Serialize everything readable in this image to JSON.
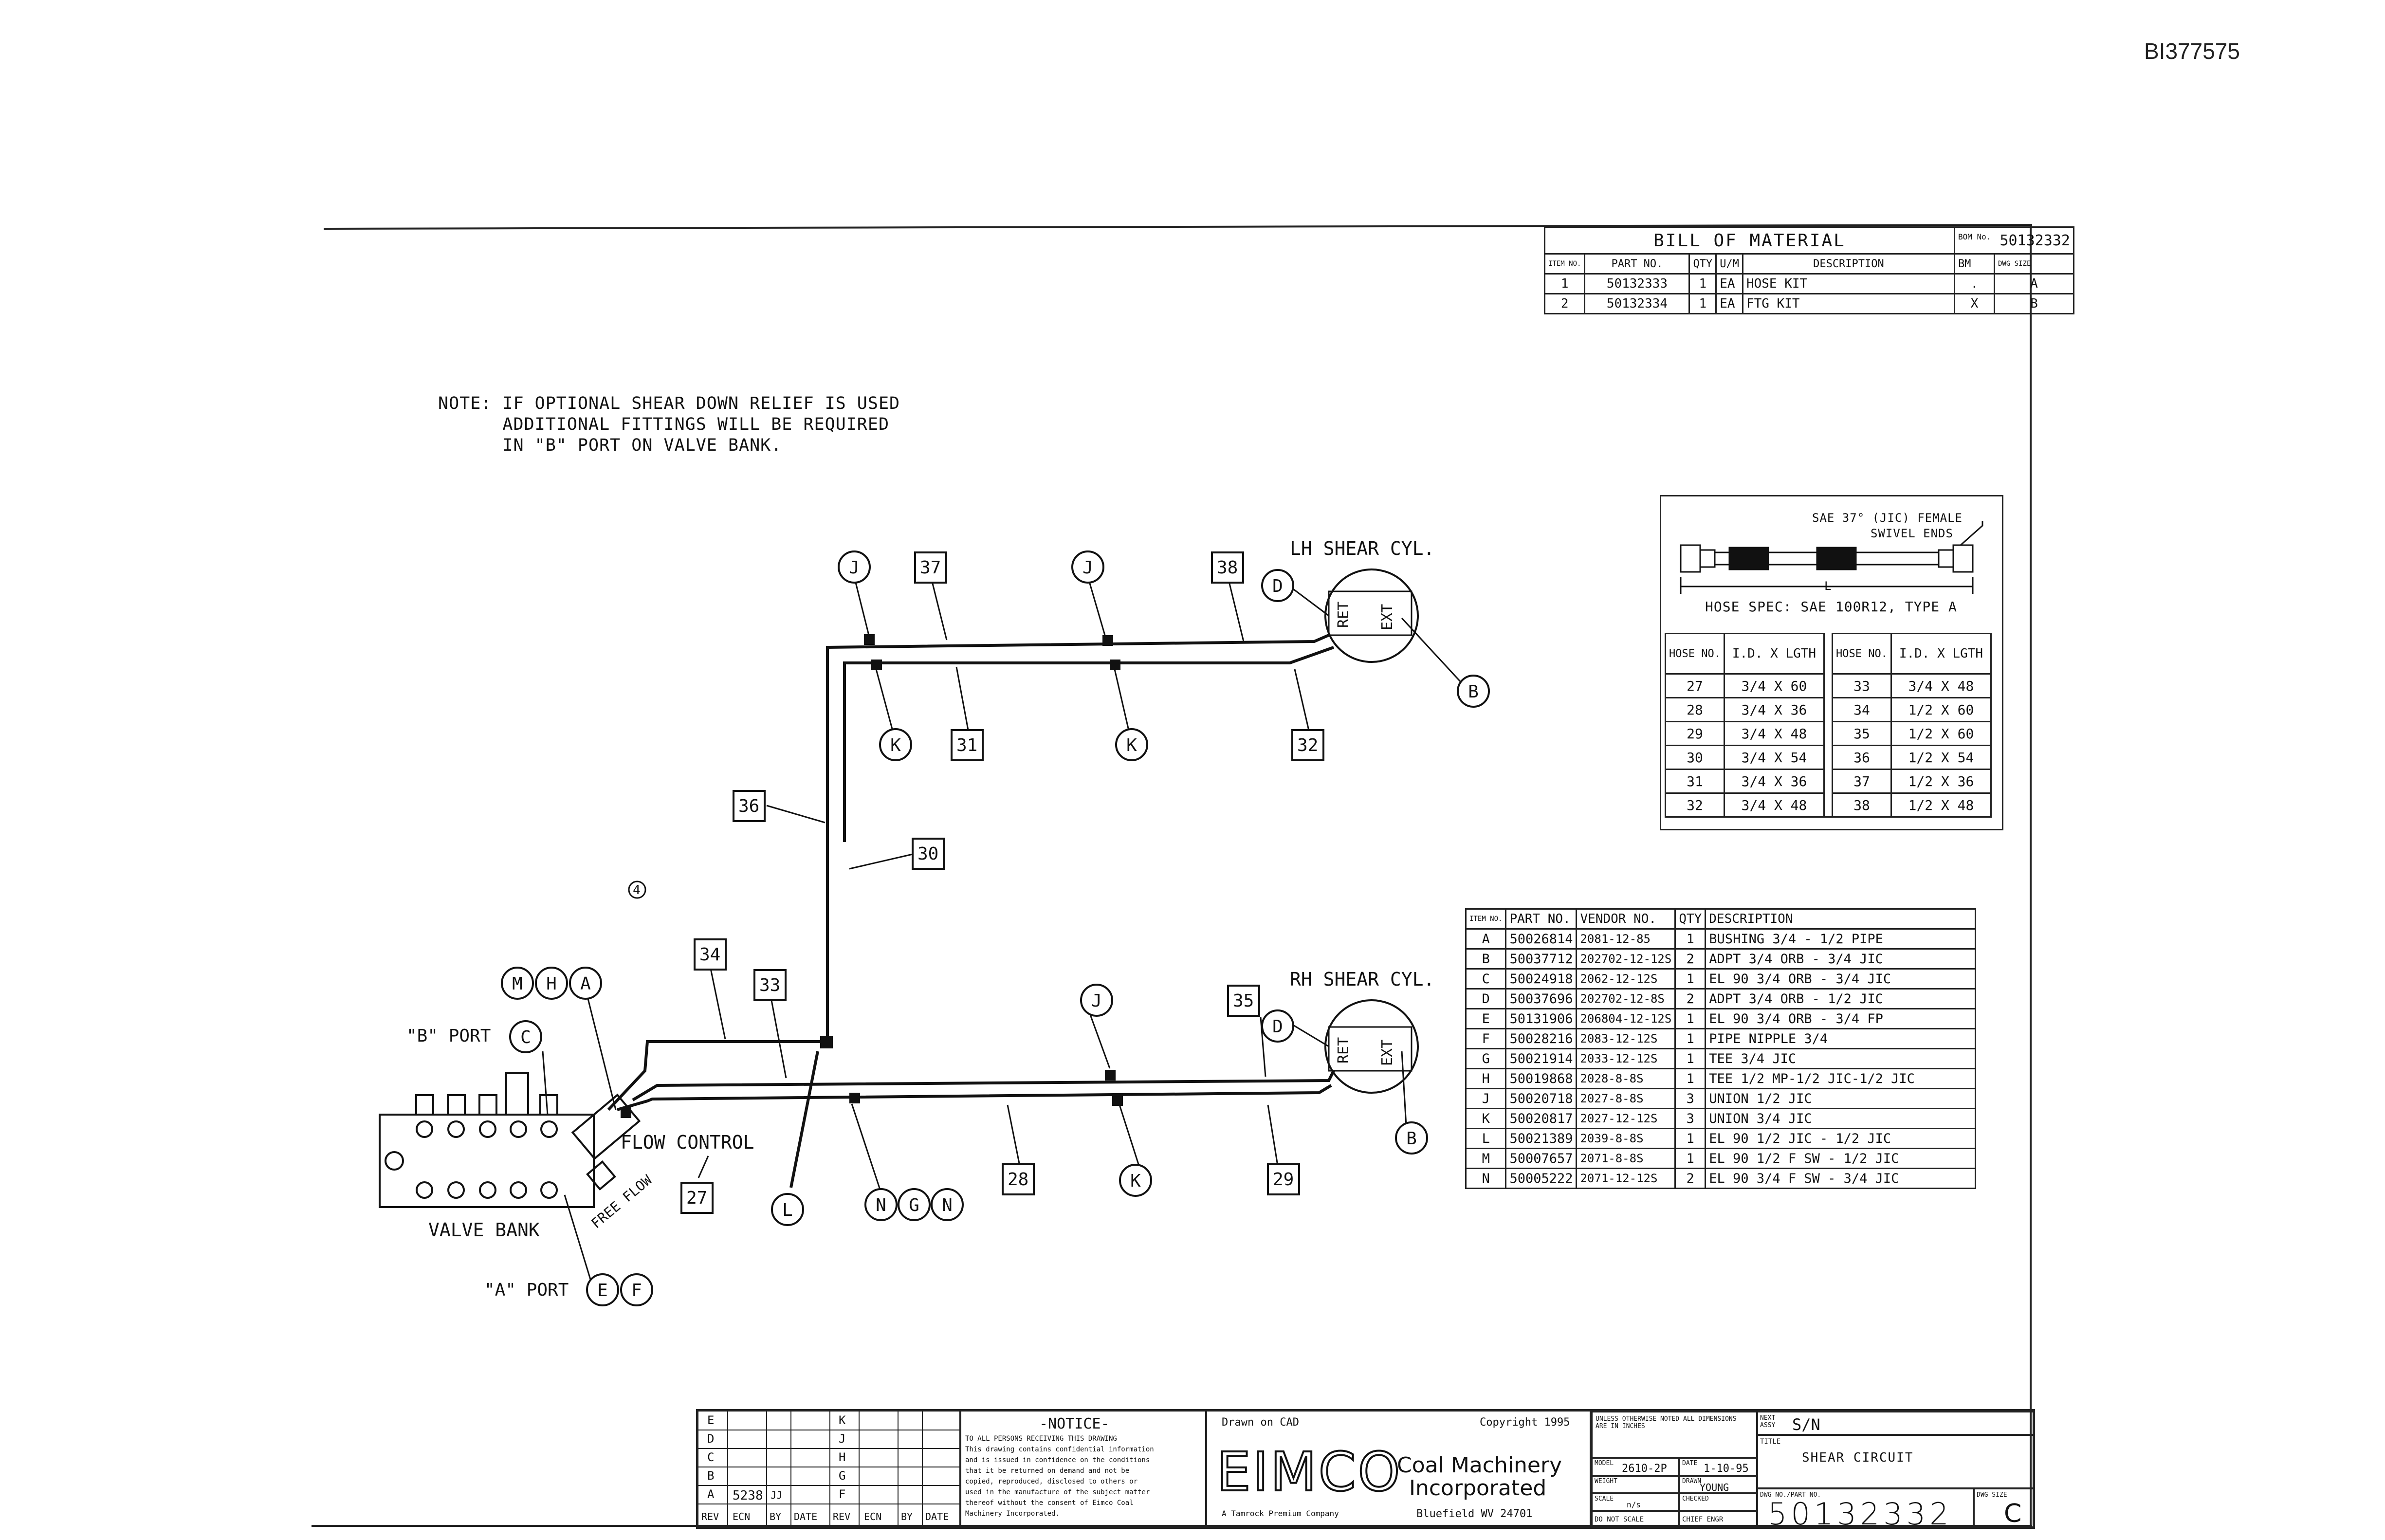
{
  "document_id": "BI377575",
  "note": {
    "lines": [
      "NOTE: IF OPTIONAL SHEAR DOWN RELIEF IS USED",
      "      ADDITIONAL FITTINGS WILL BE REQUIRED",
      "      IN \"B\" PORT ON VALVE BANK."
    ]
  },
  "bill_of_material": {
    "title": "BILL OF MATERIAL",
    "bom_no_label": "BOM No.",
    "bom_no": "50132332",
    "headers": [
      "ITEM NO.",
      "PART NO.",
      "QTY",
      "U/M",
      "DESCRIPTION",
      "BM",
      "DWG SIZE"
    ],
    "rows": [
      [
        "1",
        "50132333",
        "1",
        "EA",
        "HOSE KIT",
        ".",
        "A"
      ],
      [
        "2",
        "50132334",
        "1",
        "EA",
        "FTG KIT",
        "X",
        "B"
      ]
    ]
  },
  "hose_spec": {
    "end_label_1": "SAE 37° (JIC) FEMALE",
    "end_label_2": "SWIVEL ENDS",
    "length_label": "L",
    "spec_label": "HOSE SPEC: SAE 100R12, TYPE A",
    "headers": [
      "HOSE NO.",
      "I.D. X LGTH",
      "HOSE NO.",
      "I.D. X LGTH"
    ],
    "rows": [
      [
        "27",
        "3/4 X 60",
        "33",
        "3/4 X 48"
      ],
      [
        "28",
        "3/4 X 36",
        "34",
        "1/2 X 60"
      ],
      [
        "29",
        "3/4 X 48",
        "35",
        "1/2 X 60"
      ],
      [
        "30",
        "3/4 X 54",
        "36",
        "1/2 X 54"
      ],
      [
        "31",
        "3/4 X 36",
        "37",
        "1/2 X 36"
      ],
      [
        "32",
        "3/4 X 48",
        "38",
        "1/2 X 48"
      ]
    ]
  },
  "fittings": {
    "headers": [
      "ITEM NO.",
      "PART NO.",
      "VENDOR NO.",
      "QTY",
      "DESCRIPTION"
    ],
    "rows": [
      [
        "A",
        "50026814",
        "2081-12-85",
        "1",
        "BUSHING 3/4 - 1/2 PIPE"
      ],
      [
        "B",
        "50037712",
        "202702-12-12S",
        "2",
        "ADPT 3/4 ORB - 3/4 JIC"
      ],
      [
        "C",
        "50024918",
        "2062-12-12S",
        "1",
        "EL 90 3/4 ORB - 3/4 JIC"
      ],
      [
        "D",
        "50037696",
        "202702-12-8S",
        "2",
        "ADPT 3/4 ORB - 1/2 JIC"
      ],
      [
        "E",
        "50131906",
        "206804-12-12S",
        "1",
        "EL 90 3/4 ORB - 3/4 FP"
      ],
      [
        "F",
        "50028216",
        "2083-12-12S",
        "1",
        "PIPE NIPPLE 3/4"
      ],
      [
        "G",
        "50021914",
        "2033-12-12S",
        "1",
        "TEE 3/4 JIC"
      ],
      [
        "H",
        "50019868",
        "2028-8-8S",
        "1",
        "TEE 1/2 MP-1/2 JIC-1/2 JIC"
      ],
      [
        "J",
        "50020718",
        "2027-8-8S",
        "3",
        "UNION 1/2 JIC"
      ],
      [
        "K",
        "50020817",
        "2027-12-12S",
        "3",
        "UNION 3/4 JIC"
      ],
      [
        "L",
        "50021389",
        "2039-8-8S",
        "1",
        "EL 90 1/2 JIC - 1/2 JIC"
      ],
      [
        "M",
        "50007657",
        "2071-8-8S",
        "1",
        "EL 90 1/2 F SW - 1/2 JIC"
      ],
      [
        "N",
        "50005222",
        "2071-12-12S",
        "2",
        "EL 90 3/4 F SW - 3/4 JIC"
      ]
    ]
  },
  "diagram": {
    "lh_cyl": "LH SHEAR CYL.",
    "rh_cyl": "RH SHEAR CYL.",
    "ret": "RET",
    "ext": "EXT",
    "b_port": "\"B\" PORT",
    "a_port": "\"A\" PORT",
    "valve_bank": "VALVE BANK",
    "flow_control": "FLOW CONTROL",
    "free_flow": "FREE FLOW",
    "small_mark": "4",
    "hose_tags": {
      "h27": "27",
      "h28": "28",
      "h29": "29",
      "h30": "30",
      "h31": "31",
      "h32": "32",
      "h33": "33",
      "h34": "34",
      "h35": "35",
      "h36": "36",
      "h37": "37",
      "h38": "38"
    },
    "fitting_circles": {
      "j1": "J",
      "j2": "J",
      "j3": "J",
      "d1": "D",
      "d2": "D",
      "b1": "B",
      "b2": "B",
      "k1": "K",
      "k2": "K",
      "k3": "K",
      "m": "M",
      "h": "H",
      "a": "A",
      "c": "C",
      "e": "E",
      "f": "F",
      "l": "L",
      "n1": "N",
      "g": "G",
      "n2": "N"
    }
  },
  "title_block": {
    "rev_letters": [
      "E",
      "D",
      "C",
      "B",
      "A"
    ],
    "rev_letters_2": [
      "K",
      "J",
      "H",
      "G",
      "F"
    ],
    "rev_a_ecn": "5238",
    "rev_a_by": "JJ",
    "rev_headers": [
      "REV",
      "ECN",
      "BY",
      "DATE",
      "REV",
      "ECN",
      "BY",
      "DATE"
    ],
    "notice_title": "-NOTICE-",
    "notice_lines": [
      "TO ALL PERSONS RECEIVING THIS DRAWING",
      "This drawing contains confidential information",
      "and is issued in confidence on the conditions",
      "that it be returned on demand and not be",
      "copied, reproduced, disclosed to others or",
      "used in the manufacture of the subject matter",
      "thereof without the consent of Eimco Coal",
      "Machinery Incorporated."
    ],
    "drawn_on": "Drawn on CAD",
    "copyright": "Copyright 1995",
    "company_logo": "EIMCO",
    "company_line1": "Coal Machinery",
    "company_line2": "Incorporated",
    "tagline": "A Tamrock Premium Company",
    "location": "Bluefield WV 24701",
    "tolerance_note": "UNLESS OTHERWISE NOTED ALL DIMENSIONS ARE IN INCHES",
    "model_label": "MODEL",
    "model": "2610-2P",
    "date_label": "DATE",
    "date": "1-10-95",
    "weight_label": "WEIGHT",
    "drawn_label": "DRAWN",
    "drawn_by": "YOUNG",
    "scale_label": "SCALE",
    "scale": "n/s",
    "checked_label": "CHECKED",
    "do_not_scale": "DO NOT SCALE",
    "chief_engr_label": "CHIEF ENGR",
    "next_assy_label": "NEXT ASSY",
    "next_assy": "S/N",
    "title_label": "TITLE",
    "title": "SHEAR CIRCUIT",
    "dwg_no_label": "DWG NO./PART NO.",
    "dwg_no": "50132332",
    "dwg_size_label": "DWG SIZE",
    "dwg_size": "C"
  },
  "colors": {
    "ink": "#111111",
    "paper": "#ffffff",
    "border": "#222222"
  }
}
